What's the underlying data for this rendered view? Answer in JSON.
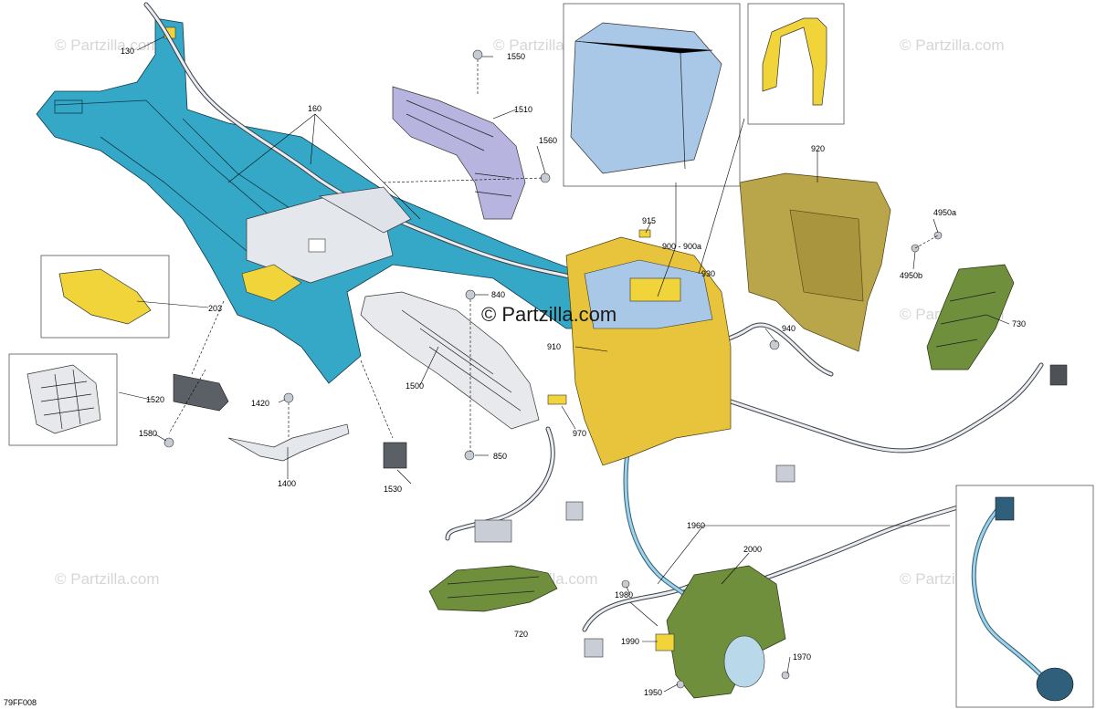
{
  "figure_code": "79FF008",
  "watermark": {
    "center_text": "© Partzilla.com",
    "corner_text": "© Partzilla.com"
  },
  "labels": {
    "130": "130",
    "160": "160",
    "203": "203",
    "720": "720",
    "730": "730",
    "840": "840",
    "850": "850",
    "900": "900 - 900a",
    "910": "910",
    "915": "915",
    "920": "920",
    "930": "930",
    "940": "940",
    "970": "970",
    "1400": "1400",
    "1420": "1420",
    "1500": "1500",
    "1510": "1510",
    "1520": "1520",
    "1530": "1530",
    "1550": "1550",
    "1560": "1560",
    "1580": "1580",
    "1950": "1950",
    "1960": "1960",
    "1970": "1970",
    "1980": "1980",
    "1990": "1990",
    "2000": "2000",
    "4950a": "4950a",
    "4950b": "4950b"
  },
  "colors": {
    "frame": "#35a8c8",
    "highlight_yellow": "#f0d43a",
    "battery_box": "#e8c43c",
    "cover_olive": "#b9a64a",
    "green_parts": "#6f8f3c",
    "battery_blue": "#a9c7e6",
    "duct_purple": "#b8b4e0",
    "harness": "#dfe3ea"
  }
}
